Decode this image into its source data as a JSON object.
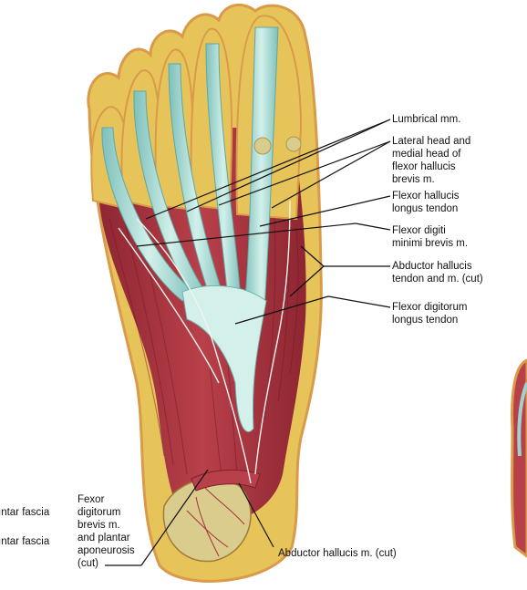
{
  "labels": {
    "lumbrical": "Lumbrical mm.",
    "lateral_head": "Lateral head and\nmedial head of\nflexor hallucis\nbrevis m.",
    "fhl_tendon": "Flexor hallucis\nlongus tendon",
    "fdm_brevis": "Flexor digiti\nminimi brevis m.",
    "abductor_hallucis_tendon": "Abductor hallucis\ntendon and m. (cut)",
    "fdl_tendon": "Flexor digitorum\nlongus tendon",
    "fdb": "Fexor\ndigitorum\nbrevis m.\nand plantar\naponeurosis\n(cut)",
    "abductor_hallucis_cut": "Abductor hallucis m. (cut)",
    "plantar_fascia_1": "ıntar fascia",
    "plantar_fascia_2": "ıntar fascia"
  },
  "colors": {
    "muscle": "#a8323e",
    "muscle_dark": "#7d1f2a",
    "tendon": "#9fd3cf",
    "tendon_light": "#c8ece6",
    "fat": "#e7c45a",
    "skin": "#e9b87c",
    "bone": "#d9cc8c",
    "line": "#111111"
  }
}
